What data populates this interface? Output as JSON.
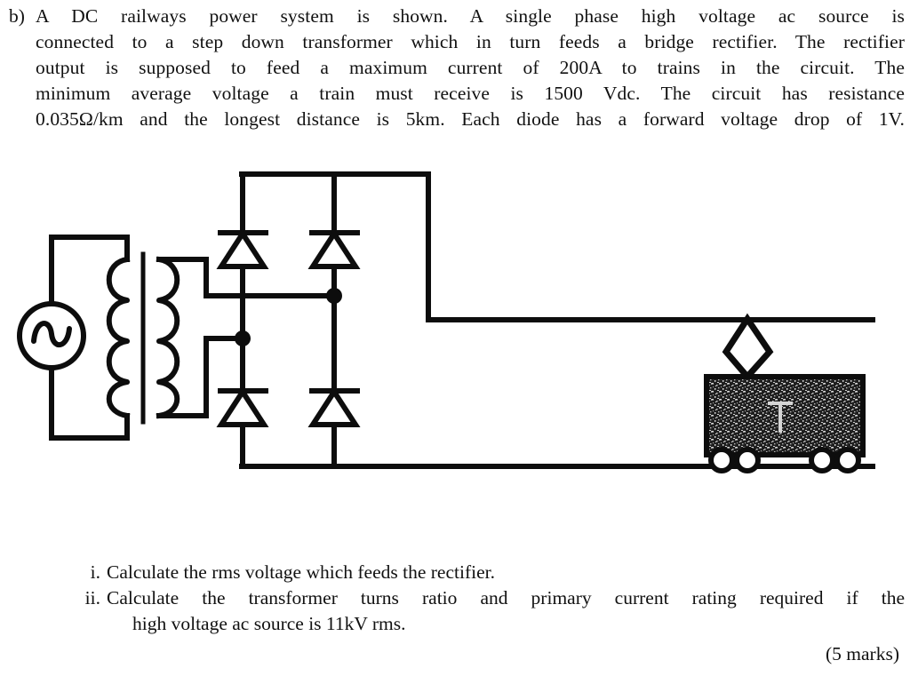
{
  "question": {
    "marker": "b)",
    "paragraph": "A DC railways power system is shown. A single phase high voltage ac source is connected to a step down transformer which in turn feeds a bridge rectifier. The rectifier output is supposed to feed a maximum current of 200A to trains in the circuit. The minimum average voltage a train must receive is 1500 Vdc. The circuit has resistance 0.035Ω/km and the longest distance is 5km. Each diode has a forward voltage drop of 1V.",
    "line1": "A DC railways power system is shown. A single phase high voltage ac source is",
    "line2": "connected to a step down transformer which in turn feeds a bridge rectifier. The rectifier",
    "line3": "output is supposed to feed a maximum current of 200A to trains in the circuit. The",
    "line4": "minimum average voltage a train must receive is 1500 Vdc. The circuit has resistance",
    "line5": "0.035Ω/km and the longest distance is 5km. Each diode has a forward voltage drop of 1V."
  },
  "sub_questions": [
    {
      "marker": "i.",
      "line1": "Calculate the rms voltage which feeds the rectifier.",
      "line2": ""
    },
    {
      "marker": "ii.",
      "line1": "Calculate the transformer turns ratio and primary current rating required if the",
      "line2": "high voltage ac source is 11kV rms."
    }
  ],
  "marks": "(5 marks)",
  "figure": {
    "caption": "DC railways power system schematic",
    "components": {
      "ac_source": "single-phase ac voltage source",
      "transformer": "step down transformer",
      "rectifier": "single phase bridge rectifier with four diodes",
      "train": "electric train with pantograph on overhead line",
      "overhead_line": "positive dc feeder conductor",
      "running_rail": "negative dc return rail"
    },
    "colors": {
      "ink": "#0d0d0d",
      "train_body": "#2b2b2b",
      "paper": "#ffffff"
    }
  }
}
